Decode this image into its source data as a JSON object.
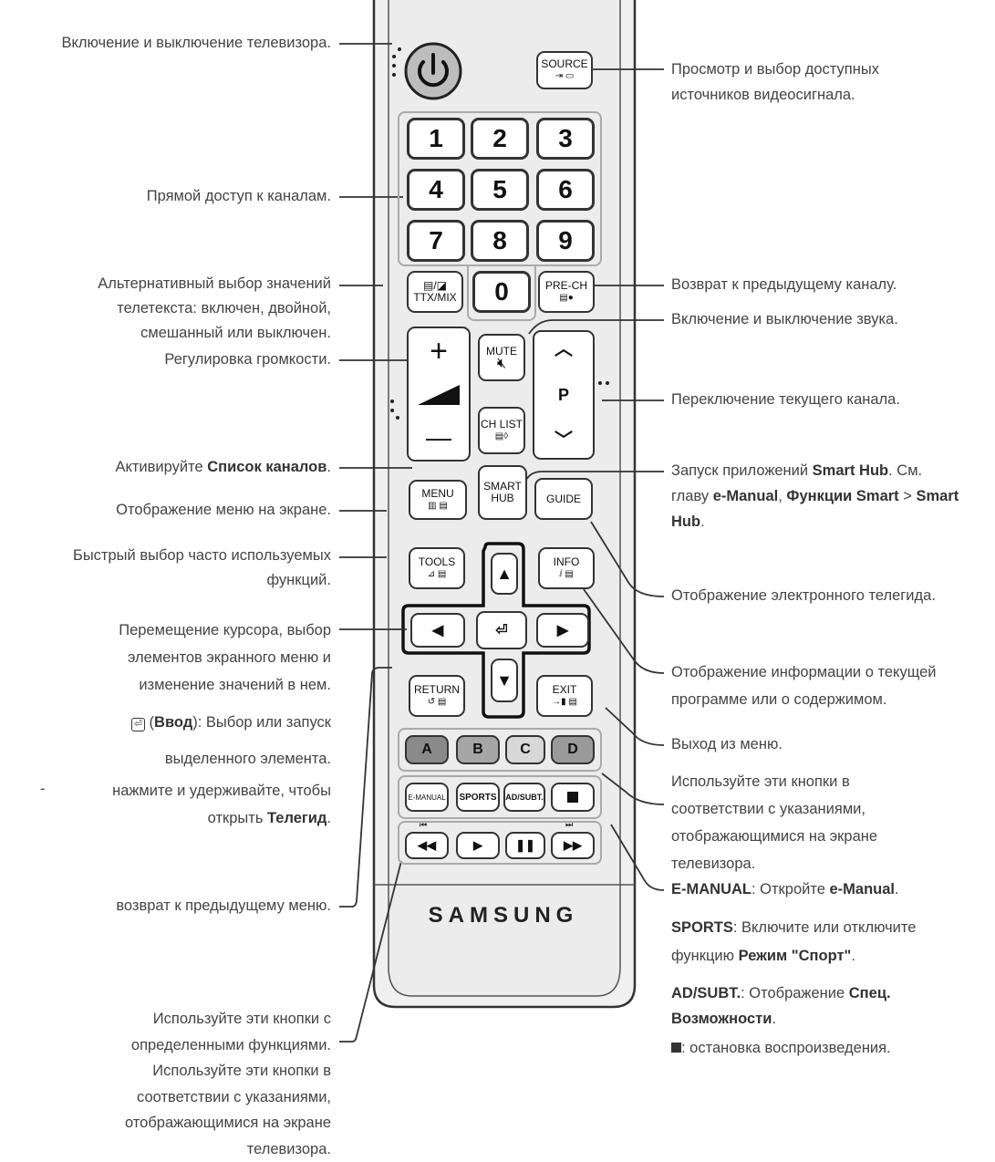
{
  "remote": {
    "brand": "SAMSUNG",
    "keys": {
      "power_icon": "power-icon",
      "source": "SOURCE",
      "numbers": [
        "1",
        "2",
        "3",
        "4",
        "5",
        "6",
        "7",
        "8",
        "9",
        "0"
      ],
      "ttx": "TTX/MIX",
      "prech": "PRE-CH",
      "mute": "MUTE",
      "chlist": "CH LIST",
      "p": "P",
      "menu": "MENU",
      "smart": "SMART",
      "hub": "HUB",
      "guide": "GUIDE",
      "tools": "TOOLS",
      "info": "INFO",
      "return": "RETURN",
      "exit": "EXIT",
      "color_keys": [
        "A",
        "B",
        "C",
        "D"
      ],
      "color_fills": [
        "#8a8a8a",
        "#a6a6a6",
        "#d8d8d8",
        "#9a9a9a"
      ],
      "emanual": "E-MANUAL",
      "sports": "SPORTS",
      "adsubt": "AD/SUBT.",
      "vol_plus": "+",
      "vol_minus": "—"
    }
  },
  "labels_left": {
    "power": "Включение и выключение телевизора.",
    "direct": "Прямой доступ к каналам.",
    "ttx1": "Альтернативный выбор значений",
    "ttx2": "телетекста: включен, двойной,",
    "ttx3": "смешанный или выключен.",
    "volume": "Регулировка громкости.",
    "chlist_pre": "Активируйте ",
    "chlist_bold": "Список каналов",
    "chlist_post": ".",
    "menu": "Отображение меню на экране.",
    "tools1": "Быстрый выбор часто используемых",
    "tools2": "функций.",
    "nav1": "Перемещение курсора, выбор",
    "nav2": "элементов экранного меню и",
    "nav3": "изменение значений в нем.",
    "enter_pre": " (",
    "enter_bold": "Ввод",
    "enter_post": "): Выбор или запуск",
    "enter2": "выделенного элемента.",
    "hold_dash": "-",
    "hold1": "нажмите и удерживайте, чтобы",
    "hold2_pre": "открыть ",
    "hold2_bold": "Телегид",
    "hold2_post": ".",
    "return": "возврат к предыдущему меню.",
    "media1": "Используйте эти кнопки с",
    "media2": "определенными функциями.",
    "media3": "Используйте эти кнопки в",
    "media4": "соответствии с указаниями,",
    "media5": "отображающимися на экране",
    "media6": "телевизора."
  },
  "labels_right": {
    "source1": "Просмотр и выбор доступных",
    "source2": "источников видеосигнала.",
    "prech": "Возврат к предыдущему каналу.",
    "mute": "Включение и выключение звука.",
    "channel": "Переключение текущего канала.",
    "smart1_pre": "Запуск приложений ",
    "smart1_bold": "Smart Hub",
    "smart1_post": ". См.",
    "smart2_pre": "главу ",
    "smart2_bold1": "e-Manual",
    "smart2_mid": ", ",
    "smart2_bold2": "Функции Smart",
    "smart2_gt": " > ",
    "smart2_bold3": "Smart",
    "smart3_bold": "Hub",
    "smart3_post": ".",
    "guide": "Отображение электронного телегида.",
    "info1": "Отображение информации о текущей",
    "info2": "программе или о содержимом.",
    "exit": "Выход из меню.",
    "color1": "Используйте эти кнопки в",
    "color2": "соответствии с указаниями,",
    "color3": "отображающимися на экране",
    "color4": "телевизора.",
    "em_bold": "E-MANUAL",
    "em_mid": ": Откройте ",
    "em_bold2": "e-Manual",
    "em_post": ".",
    "sp_bold": "SPORTS",
    "sp_post": ": Включите или отключите",
    "sp2_pre": "функцию ",
    "sp2_bold": "Режим \"Спорт\"",
    "sp2_post": ".",
    "ad_bold": "AD/SUBT.",
    "ad_post": ": Отображение ",
    "ad_bold2": "Спец.",
    "ad2_bold": "Возможности",
    "ad2_post": ".",
    "stop_post": ": остановка воспроизведения."
  }
}
